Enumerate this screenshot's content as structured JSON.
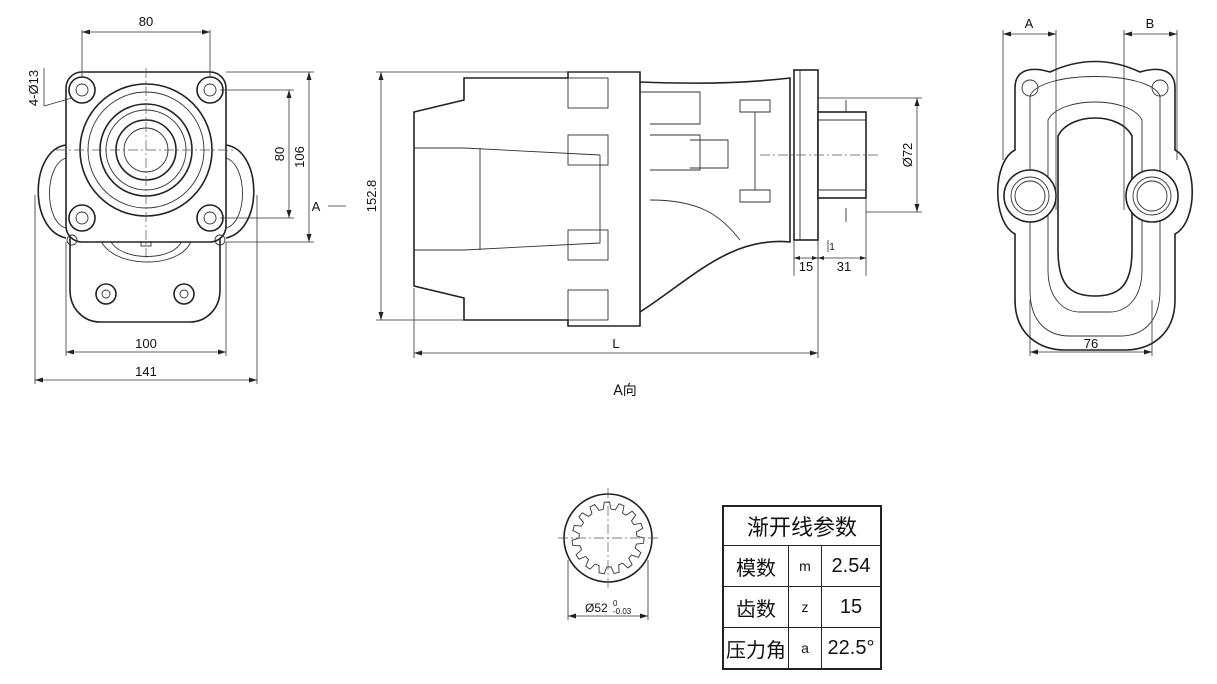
{
  "front_view": {
    "dim_top": "80",
    "dim_holes": "4-Ø13",
    "dim_right_inner": "80",
    "dim_right_outer": "106",
    "dim_bottom_inner": "100",
    "dim_bottom_outer": "141",
    "view_marker": "A"
  },
  "side_view": {
    "dim_height": "152.8",
    "dim_shaft_dia": "Ø72",
    "dim_length": "L",
    "dim_15": "15",
    "dim_31": "31",
    "dim_1": "1"
  },
  "a_view": {
    "port_a": "A",
    "port_b": "B",
    "dim_bottom": "76",
    "caption": "A向"
  },
  "spline": {
    "dim_label": "Ø52",
    "tol_upper": "0",
    "tol_lower": "-0.03"
  },
  "involute_table": {
    "title": "渐开线参数",
    "rows": [
      {
        "name": "模数",
        "symbol": "m",
        "value": "2.54"
      },
      {
        "name": "齿数",
        "symbol": "z",
        "value": "15"
      },
      {
        "name": "压力角",
        "symbol": "a",
        "value": "22.5°"
      }
    ]
  }
}
